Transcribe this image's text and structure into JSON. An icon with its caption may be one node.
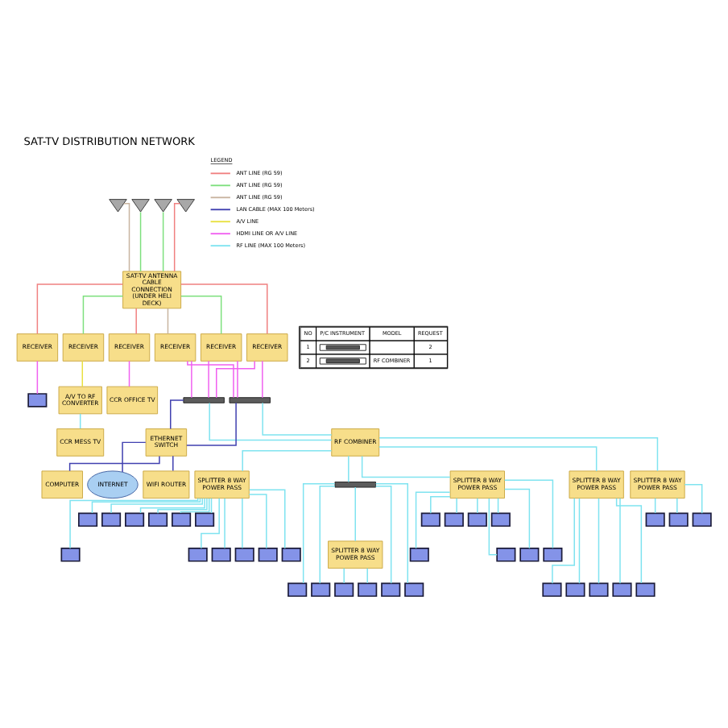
{
  "diagram": {
    "title": "SAT-TV DISTRIBUTION NETWORK",
    "nodes": [
      {
        "text": [],
        "shape": "dish"
      },
      {
        "text": [],
        "shape": "dish"
      },
      {
        "text": [],
        "shape": "dish"
      },
      {
        "text": [],
        "shape": "dish"
      },
      {
        "text": [
          "SAT-TV ANTENNA CABLE CONNECTION (UNDER HELI DECK)"
        ]
      },
      {
        "text": [
          "RECEIVER"
        ]
      },
      {
        "text": [
          "RECEIVER"
        ]
      },
      {
        "text": [
          "RECEIVER"
        ]
      },
      {
        "text": [
          "RECEIVER"
        ]
      },
      {
        "text": [
          "RECEIVER"
        ]
      },
      {
        "text": [
          "RECEIVER"
        ]
      },
      {
        "text": [
          "A/V TO RF CONVERTER"
        ]
      },
      {
        "text": [],
        "shape": "monitor"
      },
      {
        "text": [
          "CCR MESS TV"
        ]
      },
      {
        "text": [
          "CCR OFFICE TV"
        ]
      },
      {
        "text": [],
        "shape": "bar"
      },
      {
        "text": [],
        "shape": "bar"
      },
      {
        "text": [
          "RF COMBINER"
        ]
      },
      {
        "text": [
          "ETHERNET SWITCH"
        ]
      },
      {
        "text": [
          "INTERNET"
        ]
      },
      {
        "text": [
          "WIFI ROUTER"
        ]
      },
      {
        "text": [
          "COMPUTER"
        ]
      },
      {
        "text": [
          "SPLITTER 8 WAY POWER PASS"
        ]
      },
      {
        "text": [
          "SPLITTER 8 WAY POWER PASS"
        ]
      },
      {
        "text": [],
        "shape": "bar"
      },
      {
        "text": [
          "SPLITTER 8 WAY POWER PASS"
        ]
      },
      {
        "text": [
          "SPLITTER 8 WAY POWER PASS"
        ]
      },
      {
        "text": [
          "SPLITTER 8 WAY POWER PASS"
        ]
      },
      {
        "text": [],
        "shape": "monitor"
      },
      {
        "text": [],
        "shape": "monitor"
      },
      {
        "text": [],
        "shape": "monitor"
      },
      {
        "text": [],
        "shape": "monitor"
      },
      {
        "text": [],
        "shape": "monitor"
      },
      {
        "text": [],
        "shape": "monitor"
      },
      {
        "text": [],
        "shape": "monitor"
      },
      {
        "text": [],
        "shape": "monitor"
      },
      {
        "text": [],
        "shape": "monitor"
      },
      {
        "text": [],
        "shape": "monitor"
      },
      {
        "text": [],
        "shape": "monitor"
      },
      {
        "text": [],
        "shape": "monitor"
      },
      {
        "text": [],
        "shape": "monitor"
      },
      {
        "text": [],
        "shape": "monitor"
      },
      {
        "text": [],
        "shape": "monitor"
      },
      {
        "text": [],
        "shape": "monitor"
      },
      {
        "text": [],
        "shape": "monitor"
      },
      {
        "text": [],
        "shape": "monitor"
      },
      {
        "text": [],
        "shape": "monitor"
      },
      {
        "text": [],
        "shape": "monitor"
      },
      {
        "text": [],
        "shape": "monitor"
      },
      {
        "text": [],
        "shape": "monitor"
      },
      {
        "text": [],
        "shape": "monitor"
      },
      {
        "text": [],
        "shape": "monitor"
      },
      {
        "text": [],
        "shape": "monitor"
      },
      {
        "text": [],
        "shape": "monitor"
      },
      {
        "text": [],
        "shape": "monitor"
      },
      {
        "text": [],
        "shape": "monitor"
      },
      {
        "text": [],
        "shape": "monitor"
      },
      {
        "text": [],
        "shape": "monitor"
      },
      {
        "text": [],
        "shape": "monitor"
      },
      {
        "text": [],
        "shape": "monitor"
      },
      {
        "text": [],
        "shape": "monitor"
      },
      {
        "text": [],
        "shape": "monitor"
      }
    ],
    "edges": [
      {
        "from": 0,
        "to": 4,
        "arrow": "none",
        "color": "#c8b4a0"
      },
      {
        "from": 1,
        "to": 4,
        "arrow": "none",
        "color": "#7ee07e"
      },
      {
        "from": 2,
        "to": 4,
        "arrow": "none",
        "color": "#7ee07e"
      },
      {
        "from": 3,
        "to": 4,
        "arrow": "none",
        "color": "#f08080"
      },
      {
        "from": 4,
        "to": 5,
        "arrow": "none",
        "color": "#f08080"
      },
      {
        "from": 4,
        "to": 6,
        "arrow": "none",
        "color": "#7ee07e"
      },
      {
        "from": 4,
        "to": 7,
        "arrow": "none",
        "color": "#f08080"
      },
      {
        "from": 4,
        "to": 8,
        "arrow": "none",
        "color": "#c8b4a0"
      },
      {
        "from": 4,
        "to": 9,
        "arrow": "none",
        "color": "#7ee07e"
      },
      {
        "from": 4,
        "to": 10,
        "arrow": "none",
        "color": "#f08080"
      },
      {
        "from": 5,
        "to": 12,
        "arrow": "none",
        "color": "#f060f0"
      },
      {
        "from": 6,
        "to": 11,
        "arrow": "none",
        "color": "#e8e040"
      },
      {
        "from": 11,
        "to": 13,
        "arrow": "none"
      },
      {
        "from": 7,
        "to": 14,
        "arrow": "none",
        "color": "#f060f0"
      },
      {
        "from": 8,
        "to": 15,
        "arrow": "none",
        "color": "#f060f0"
      },
      {
        "from": 8,
        "to": 16,
        "arrow": "none",
        "color": "#f060f0"
      },
      {
        "from": 9,
        "to": 15,
        "arrow": "none",
        "color": "#f060f0"
      },
      {
        "from": 9,
        "to": 16,
        "arrow": "none",
        "color": "#f060f0"
      },
      {
        "from": 10,
        "to": 15,
        "arrow": "none",
        "color": "#f060f0"
      },
      {
        "from": 10,
        "to": 16,
        "arrow": "none",
        "color": "#f060f0"
      },
      {
        "from": 15,
        "to": 17,
        "arrow": "none"
      },
      {
        "from": 16,
        "to": 17,
        "arrow": "none"
      },
      {
        "from": 15,
        "to": 18,
        "arrow": "none",
        "color": "#4040b0"
      },
      {
        "from": 16,
        "to": 18,
        "arrow": "none",
        "color": "#4040b0"
      },
      {
        "from": 18,
        "to": 19,
        "arrow": "none",
        "color": "#4040b0"
      },
      {
        "from": 18,
        "to": 20,
        "arrow": "none",
        "color": "#4040b0"
      },
      {
        "from": 18,
        "to": 21,
        "arrow": "none",
        "color": "#4040b0"
      },
      {
        "from": 17,
        "to": 22,
        "arrow": "none"
      },
      {
        "from": 17,
        "to": 23,
        "arrow": "none"
      },
      {
        "from": 17,
        "to": 24,
        "arrow": "none"
      },
      {
        "from": 17,
        "to": 26,
        "arrow": "none"
      },
      {
        "from": 17,
        "to": 27,
        "arrow": "none"
      },
      {
        "from": 24,
        "to": 25,
        "arrow": "none"
      },
      {
        "from": 22,
        "to": 28,
        "arrow": "none"
      },
      {
        "from": 22,
        "to": 29,
        "arrow": "none"
      },
      {
        "from": 22,
        "to": 30,
        "arrow": "none"
      },
      {
        "from": 23,
        "to": 31,
        "arrow": "none"
      },
      {
        "from": 23,
        "to": 32,
        "arrow": "none"
      },
      {
        "from": 23,
        "to": 33,
        "arrow": "none"
      },
      {
        "from": 23,
        "to": 34,
        "arrow": "none"
      },
      {
        "from": 23,
        "to": 35,
        "arrow": "none"
      },
      {
        "from": 23,
        "to": 36,
        "arrow": "none"
      },
      {
        "from": 23,
        "to": 37,
        "arrow": "none"
      },
      {
        "from": 23,
        "to": 38,
        "arrow": "none"
      },
      {
        "from": 23,
        "to": 39,
        "arrow": "none"
      },
      {
        "from": 23,
        "to": 40,
        "arrow": "none"
      },
      {
        "from": 23,
        "to": 41,
        "arrow": "none"
      },
      {
        "from": 23,
        "to": 42,
        "arrow": "none"
      },
      {
        "from": 24,
        "to": 43,
        "arrow": "none"
      },
      {
        "from": 24,
        "to": 44,
        "arrow": "none"
      },
      {
        "from": 24,
        "to": 45,
        "arrow": "none"
      },
      {
        "from": 24,
        "to": 46,
        "arrow": "none"
      },
      {
        "from": 25,
        "to": 47,
        "arrow": "none"
      },
      {
        "from": 25,
        "to": 48,
        "arrow": "none"
      },
      {
        "from": 26,
        "to": 49,
        "arrow": "none"
      },
      {
        "from": 26,
        "to": 50,
        "arrow": "none"
      },
      {
        "from": 26,
        "to": 51,
        "arrow": "none"
      },
      {
        "from": 26,
        "to": 52,
        "arrow": "none"
      },
      {
        "from": 26,
        "to": 53,
        "arrow": "none"
      },
      {
        "from": 26,
        "to": 54,
        "arrow": "none"
      },
      {
        "from": 26,
        "to": 55,
        "arrow": "none"
      },
      {
        "from": 26,
        "to": 56,
        "arrow": "none"
      },
      {
        "from": 27,
        "to": 57,
        "arrow": "none"
      },
      {
        "from": 27,
        "to": 58,
        "arrow": "none"
      },
      {
        "from": 27,
        "to": 59,
        "arrow": "none"
      },
      {
        "from": 27,
        "to": 60,
        "arrow": "none"
      },
      {
        "from": 27,
        "to": 61,
        "arrow": "none"
      }
    ],
    "labels": [
      "LEGEND",
      "NO",
      "P/C INSTRUMENT",
      "MODEL",
      "REQUEST",
      "1",
      "2",
      "2",
      "RF COMBINER",
      "1"
    ],
    "legend": [
      {
        "text": "ANT LINE (RG 59)"
      },
      {
        "text": "ANT LINE (RG 59)"
      },
      {
        "text": "ANT LINE (RG 59)"
      },
      {
        "text": "LAN CABLE (MAX 100 Meters)"
      },
      {
        "text": "A/V LINE"
      },
      {
        "text": "HDMI LINE OR A/V LINE"
      },
      {
        "text": "RF LINE (MAX 100 Meters)"
      }
    ]
  }
}
